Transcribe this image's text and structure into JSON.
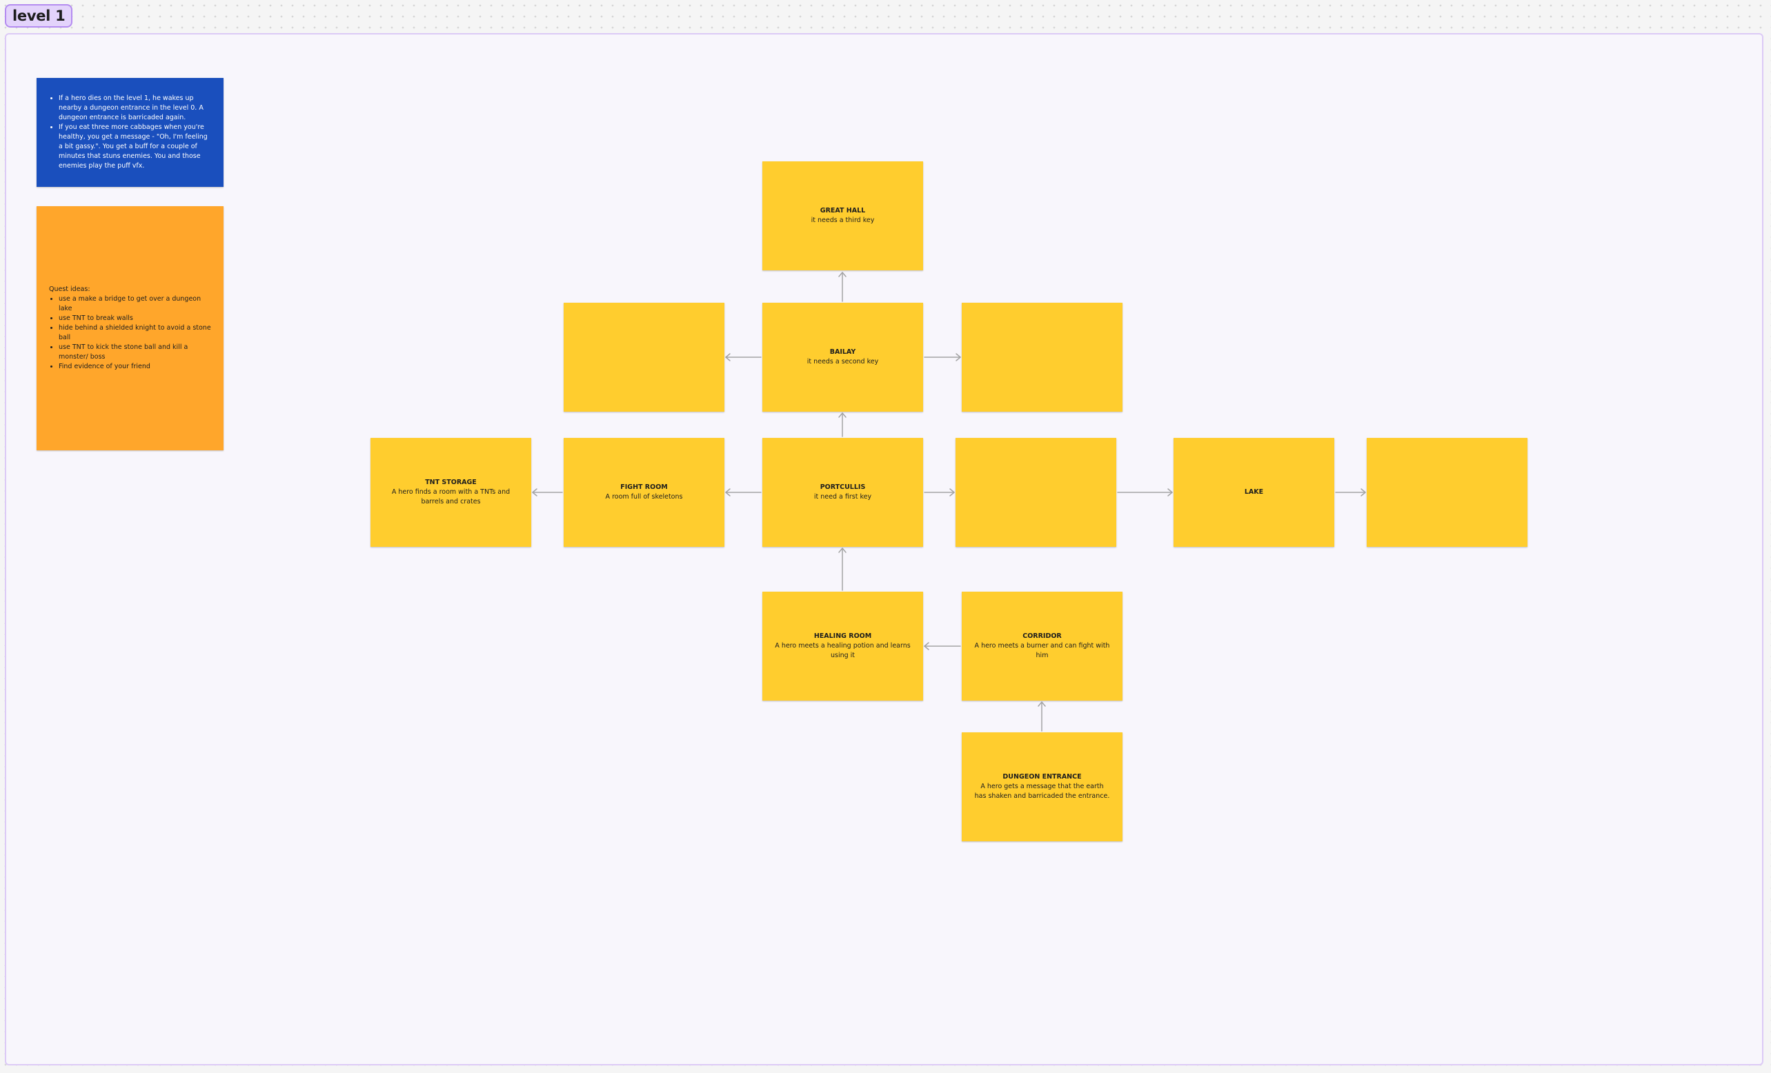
{
  "section": {
    "title": "level 1"
  },
  "notes": {
    "blue": {
      "items": [
        "If a hero dies on the level 1, he wakes up nearby a dungeon entrance in the level 0. A dungeon entrance is barricaded again.",
        "If you eat three more cabbages when you're healthy, you get a message - \"Oh, I'm feeling a bit gassy.\". You get a buff for a couple of minutes that stuns enemies. You and those enemies play the puff vfx."
      ]
    },
    "orange": {
      "heading": "Quest ideas:",
      "items": [
        "use a make a bridge to get over a dungeon lake",
        "use TNT to break walls",
        "hide behind a shielded knight to avoid a stone ball",
        "use TNT to kick the stone ball and kill a monster/ boss",
        "Find evidence of your friend"
      ]
    }
  },
  "rooms": {
    "great_hall": {
      "title": "GREAT HALL",
      "desc": "it needs a third key"
    },
    "bailay_left": {
      "title": "",
      "desc": ""
    },
    "bailay": {
      "title": "BAILAY",
      "desc": "it needs a second key"
    },
    "bailay_right": {
      "title": "",
      "desc": ""
    },
    "tnt_storage": {
      "title": "TNT STORAGE",
      "desc": "A hero finds a room with a TNTs and barrels and crates"
    },
    "fight_room": {
      "title": "FIGHT ROOM",
      "desc": "A room full of skeletons"
    },
    "portcullis": {
      "title": "PORTCULLIS",
      "desc": "it need a first key"
    },
    "portcullis_right": {
      "title": "",
      "desc": ""
    },
    "lake": {
      "title": "LAKE",
      "desc": ""
    },
    "lake_right": {
      "title": "",
      "desc": ""
    },
    "healing_room": {
      "title": "HEALING ROOM",
      "desc": "A hero meets a healing potion and learns using it"
    },
    "corridor": {
      "title": "CORRIDOR",
      "desc": "A hero meets a burner and can fight with him"
    },
    "dungeon_entrance": {
      "title": "DUNGEON ENTRANCE",
      "desc": "A hero gets a message that the earth has shaken and barricaded the entrance."
    }
  },
  "colors": {
    "sticky_yellow": "#ffcd2e",
    "sticky_blue": "#1a4fbd",
    "sticky_orange": "#ffa62b",
    "section_fill": "#f8f6fc",
    "section_border": "#dccaf6",
    "section_tab": "#e3d3fb",
    "connector": "#a3a3a3"
  }
}
